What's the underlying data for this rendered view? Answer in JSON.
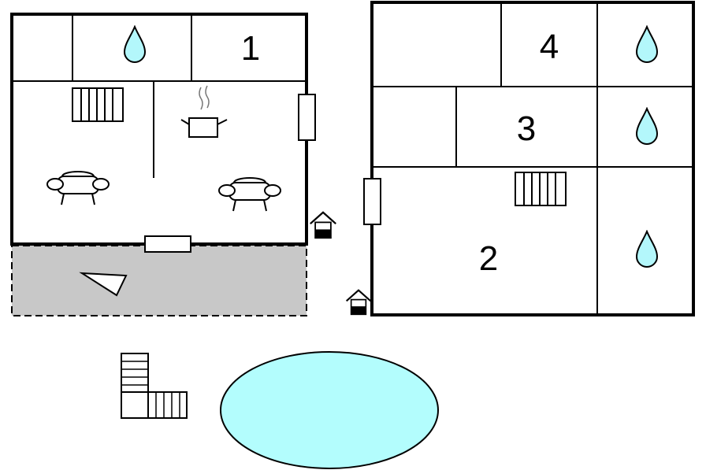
{
  "plan": {
    "room_numbers": {
      "room_1": "1",
      "room_2": "2",
      "room_3": "3",
      "room_4": "4"
    },
    "colors": {
      "wall": "#000000",
      "water": "#b3f7fb",
      "terrace": "#c8c8c8",
      "pool": "#b3fdfd",
      "background": "#ffffff"
    },
    "icons": [
      "water-drop-icon",
      "radiator-icon",
      "cooking-pot-icon",
      "armchair-icon",
      "window-icon",
      "house-entrance-icon",
      "terrace-area",
      "sun-lounger-icon",
      "stairs-icon",
      "swimming-pool"
    ]
  }
}
